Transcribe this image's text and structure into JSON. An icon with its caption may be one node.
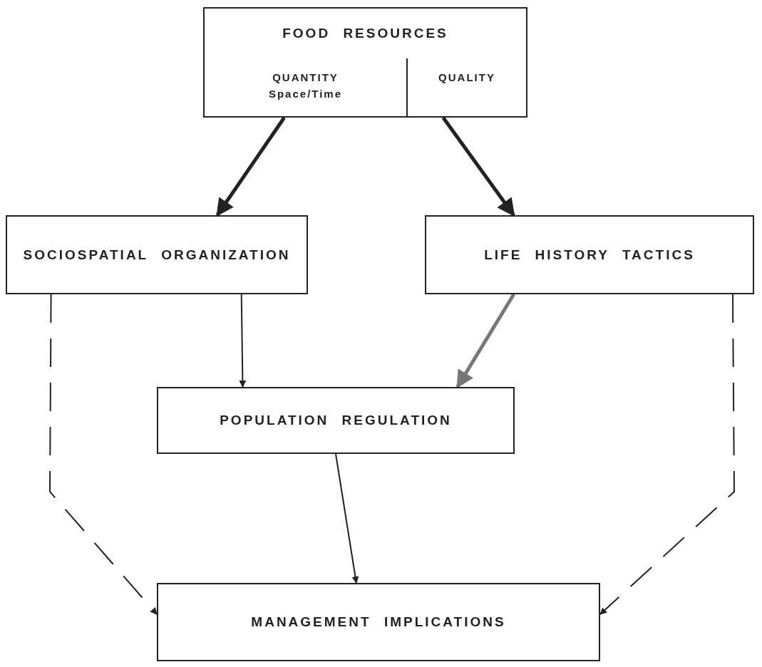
{
  "diagram": {
    "nodes": [
      {
        "text": [
          "FOOD RESOURCES"
        ]
      },
      {
        "text": [
          "QUANTITY",
          "Space/Time"
        ],
        "in": 0
      },
      {
        "text": [
          "QUALITY"
        ],
        "in": 0
      },
      {
        "text": [
          "SOCIOSPATIAL ORGANIZATION"
        ]
      },
      {
        "text": [
          "LIFE HISTORY TACTICS"
        ]
      },
      {
        "text": [
          "POPULATION REGULATION"
        ]
      },
      {
        "text": [
          "MANAGEMENT IMPLICATIONS"
        ]
      }
    ],
    "edges": [
      {
        "from": 0,
        "to": 3,
        "arrow": "to",
        "style": "thick"
      },
      {
        "from": 0,
        "to": 4,
        "arrow": "to",
        "style": "thick"
      },
      {
        "from": 3,
        "to": 5,
        "arrow": "to"
      },
      {
        "from": 4,
        "to": 5,
        "arrow": "to",
        "style": "thick",
        "color": "#777777"
      },
      {
        "from": 5,
        "to": 6,
        "arrow": "to"
      },
      {
        "from": 3,
        "to": 6,
        "arrow": "to",
        "style": "dashed"
      },
      {
        "from": 4,
        "to": 6,
        "arrow": "to",
        "style": "dashed"
      }
    ]
  }
}
